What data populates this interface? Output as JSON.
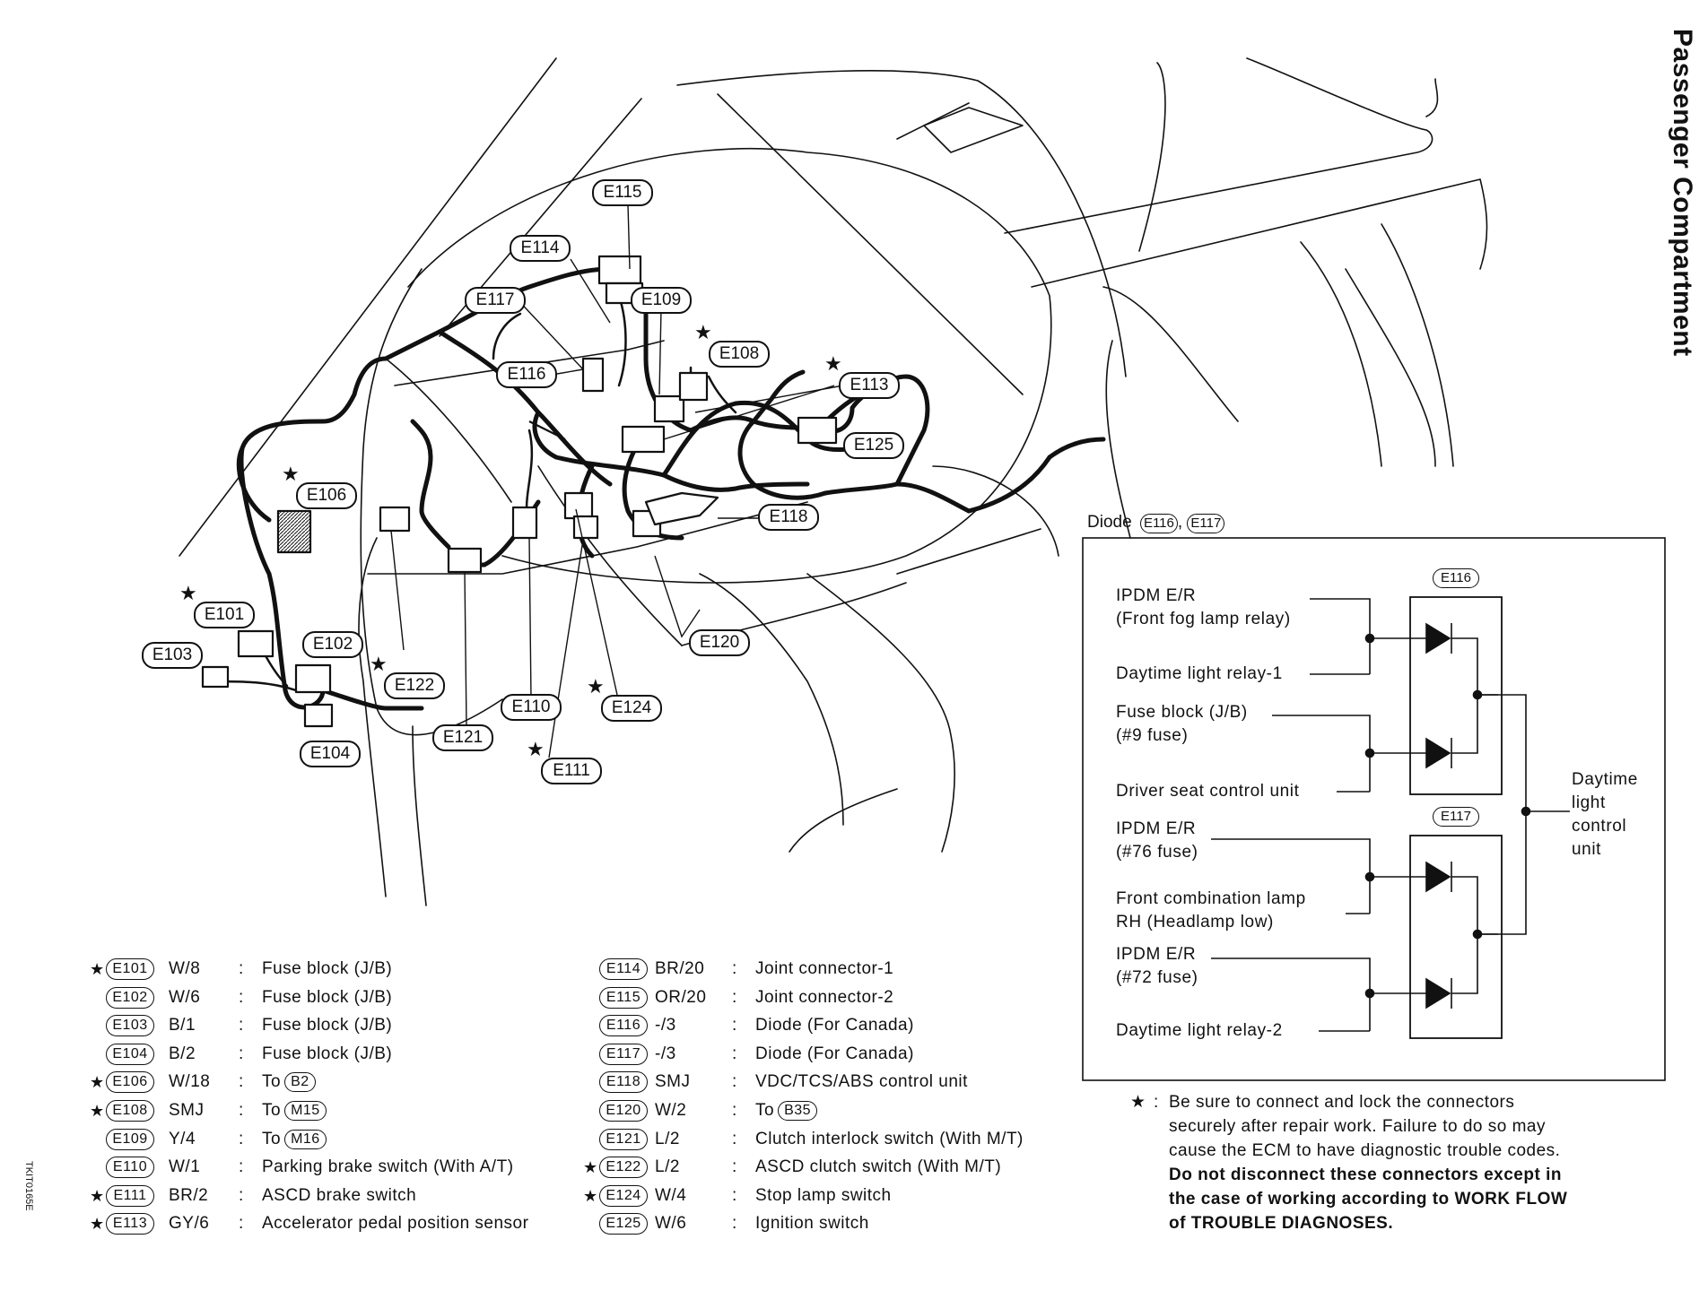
{
  "title": "Passenger Compartment",
  "figure_id": "TKIT0165E",
  "callouts": [
    {
      "code": "E115",
      "star": false
    },
    {
      "code": "E114",
      "star": false
    },
    {
      "code": "E117",
      "star": false
    },
    {
      "code": "E109",
      "star": false
    },
    {
      "code": "E108",
      "star": true
    },
    {
      "code": "E116",
      "star": false
    },
    {
      "code": "E113",
      "star": true
    },
    {
      "code": "E125",
      "star": false
    },
    {
      "code": "E106",
      "star": true
    },
    {
      "code": "E118",
      "star": false
    },
    {
      "code": "E101",
      "star": true
    },
    {
      "code": "E103",
      "star": false
    },
    {
      "code": "E102",
      "star": false
    },
    {
      "code": "E120",
      "star": false
    },
    {
      "code": "E122",
      "star": true
    },
    {
      "code": "E110",
      "star": false
    },
    {
      "code": "E124",
      "star": true
    },
    {
      "code": "E121",
      "star": false
    },
    {
      "code": "E104",
      "star": false
    },
    {
      "code": "E111",
      "star": true
    }
  ],
  "diode_box": {
    "heading": "Diode",
    "heading_codes": [
      "E116",
      "E117"
    ],
    "separator": ",",
    "units": [
      "E116",
      "E117"
    ],
    "inputs": [
      [
        "IPDM E/R",
        "(Front fog lamp relay)"
      ],
      [
        "Daytime light relay-1"
      ],
      [
        "Fuse block (J/B)",
        "(#9 fuse)"
      ],
      [
        "Driver seat control unit"
      ],
      [
        "IPDM E/R",
        "(#76 fuse)"
      ],
      [
        "Front combination lamp",
        "RH (Headlamp low)"
      ],
      [
        "IPDM E/R",
        "(#72 fuse)"
      ],
      [
        "Daytime light relay-2"
      ]
    ],
    "output": [
      "Daytime",
      "light",
      "control",
      "unit"
    ]
  },
  "legend": {
    "left": [
      {
        "star": "★",
        "code": "E101",
        "wire": "W/8",
        "colon": ":",
        "desc": "Fuse block (J/B)",
        "ref": ""
      },
      {
        "star": "",
        "code": "E102",
        "wire": "W/6",
        "colon": ":",
        "desc": "Fuse block (J/B)",
        "ref": ""
      },
      {
        "star": "",
        "code": "E103",
        "wire": "B/1",
        "colon": ":",
        "desc": "Fuse block (J/B)",
        "ref": ""
      },
      {
        "star": "",
        "code": "E104",
        "wire": "B/2",
        "colon": ":",
        "desc": "Fuse block (J/B)",
        "ref": ""
      },
      {
        "star": "★",
        "code": "E106",
        "wire": "W/18",
        "colon": ":",
        "desc": "To",
        "ref": "B2"
      },
      {
        "star": "★",
        "code": "E108",
        "wire": "SMJ",
        "colon": ":",
        "desc": "To",
        "ref": "M15"
      },
      {
        "star": "",
        "code": "E109",
        "wire": "Y/4",
        "colon": ":",
        "desc": "To",
        "ref": "M16"
      },
      {
        "star": "",
        "code": "E110",
        "wire": "W/1",
        "colon": ":",
        "desc": "Parking brake switch (With A/T)",
        "ref": ""
      },
      {
        "star": "★",
        "code": "E111",
        "wire": "BR/2",
        "colon": ":",
        "desc": "ASCD brake switch",
        "ref": ""
      },
      {
        "star": "★",
        "code": "E113",
        "wire": "GY/6",
        "colon": ":",
        "desc": "Accelerator pedal position sensor",
        "ref": ""
      }
    ],
    "right": [
      {
        "star": "",
        "code": "E114",
        "wire": "BR/20",
        "colon": ":",
        "desc": "Joint connector-1",
        "ref": ""
      },
      {
        "star": "",
        "code": "E115",
        "wire": "OR/20",
        "colon": ":",
        "desc": "Joint connector-2",
        "ref": ""
      },
      {
        "star": "",
        "code": "E116",
        "wire": "-/3",
        "colon": ":",
        "desc": "Diode (For Canada)",
        "ref": ""
      },
      {
        "star": "",
        "code": "E117",
        "wire": "-/3",
        "colon": ":",
        "desc": "Diode (For Canada)",
        "ref": ""
      },
      {
        "star": "",
        "code": "E118",
        "wire": "SMJ",
        "colon": ":",
        "desc": "VDC/TCS/ABS control unit",
        "ref": ""
      },
      {
        "star": "",
        "code": "E120",
        "wire": "W/2",
        "colon": ":",
        "desc": "To",
        "ref": "B35"
      },
      {
        "star": "",
        "code": "E121",
        "wire": "L/2",
        "colon": ":",
        "desc": "Clutch interlock switch (With M/T)",
        "ref": ""
      },
      {
        "star": "★",
        "code": "E122",
        "wire": "L/2",
        "colon": ":",
        "desc": "ASCD clutch switch (With M/T)",
        "ref": ""
      },
      {
        "star": "★",
        "code": "E124",
        "wire": "W/4",
        "colon": ":",
        "desc": "Stop lamp switch",
        "ref": ""
      },
      {
        "star": "",
        "code": "E125",
        "wire": "W/6",
        "colon": ":",
        "desc": "Ignition switch",
        "ref": ""
      }
    ]
  },
  "note": {
    "star": "★",
    "colon": ":",
    "lines": [
      "Be sure to connect and lock the connectors",
      "securely after repair work. Failure to do so may",
      "cause the ECM to have diagnostic trouble codes."
    ],
    "bold_lines": [
      "Do not disconnect these connectors except in",
      "the case of working according to WORK FLOW",
      "of TROUBLE DIAGNOSES."
    ]
  }
}
